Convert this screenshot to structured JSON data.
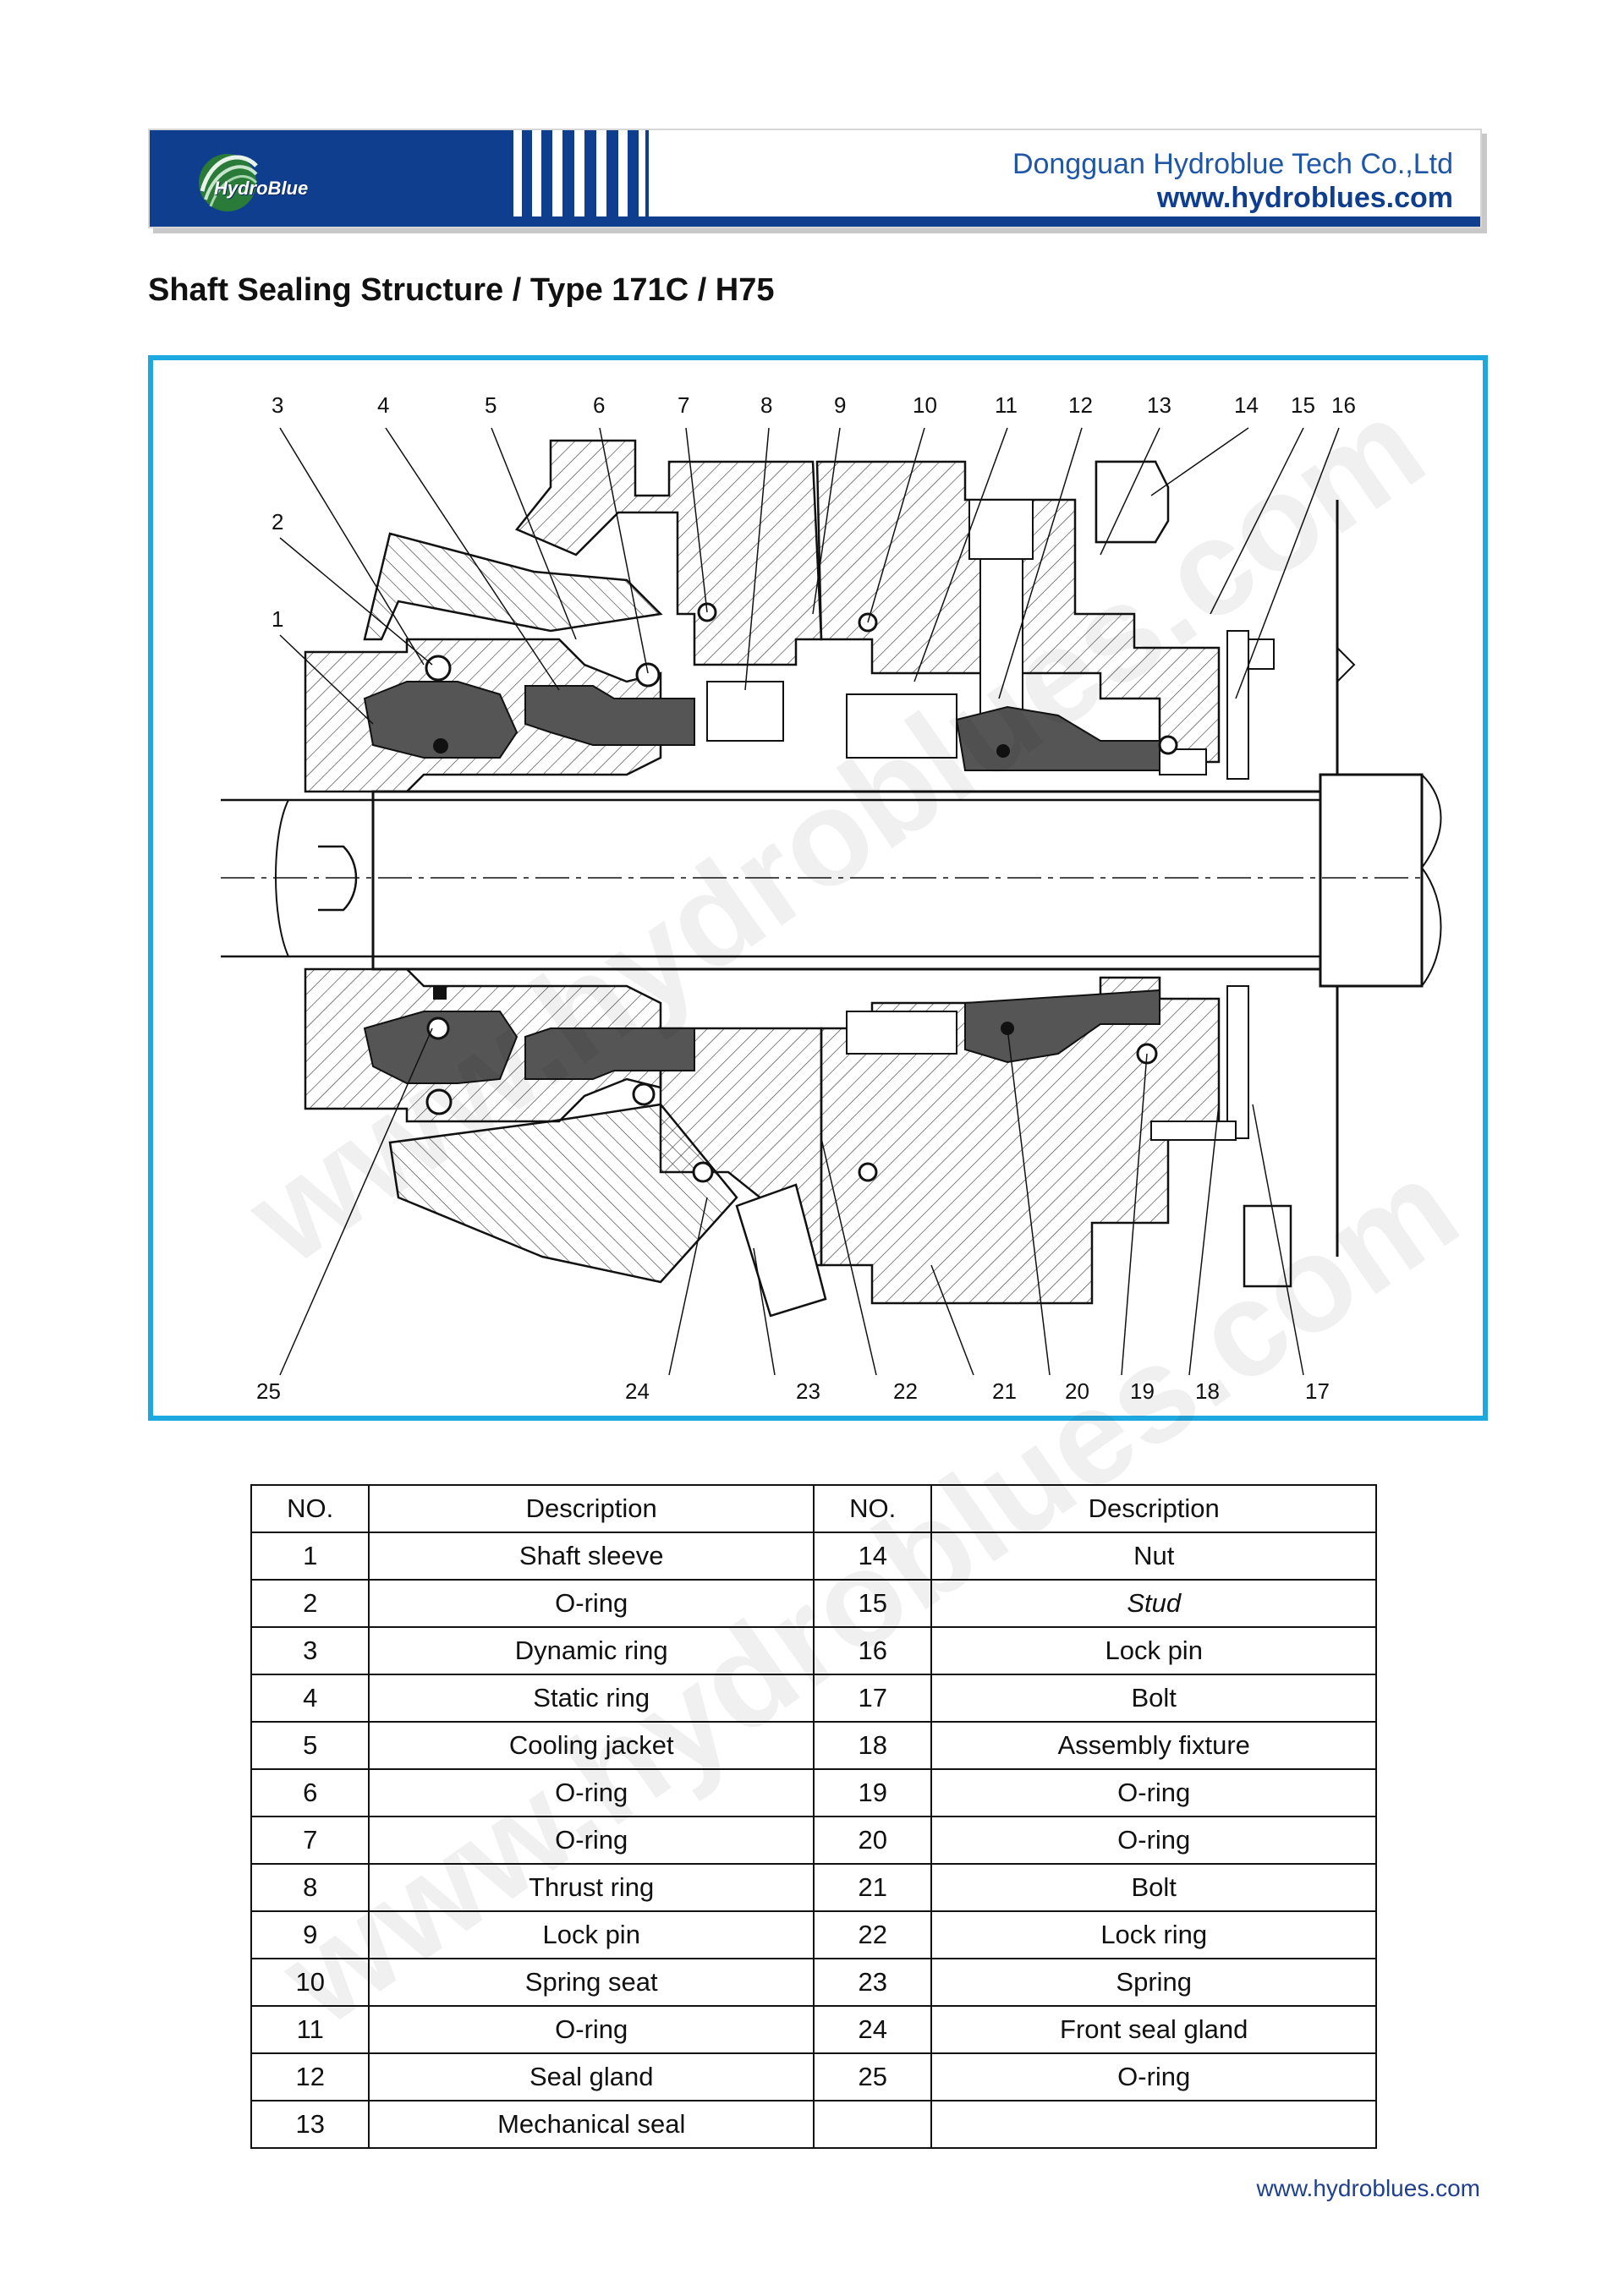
{
  "header": {
    "logo_text": "HydroBlue",
    "company_name": "Dongguan Hydroblue Tech Co.,Ltd",
    "company_url": "www.hydroblues.com"
  },
  "title": "Shaft Sealing Structure / Type 171C / H75",
  "drawing": {
    "callouts_top": [
      "3",
      "4",
      "5",
      "6",
      "7",
      "8",
      "9",
      "10",
      "11",
      "12",
      "13",
      "14",
      "15",
      "16"
    ],
    "callouts_left": [
      "2",
      "1"
    ],
    "callouts_bottom": [
      "25",
      "24",
      "23",
      "22",
      "21",
      "20",
      "19",
      "18",
      "17"
    ]
  },
  "table": {
    "headers": [
      "NO.",
      "Description",
      "NO.",
      "Description"
    ],
    "rows": [
      {
        "no1": "1",
        "d1": "Shaft sleeve",
        "no2": "14",
        "d2": "Nut"
      },
      {
        "no1": "2",
        "d1": "O-ring",
        "no2": "15",
        "d2": "Stud"
      },
      {
        "no1": "3",
        "d1": "Dynamic ring",
        "no2": "16",
        "d2": "Lock pin"
      },
      {
        "no1": "4",
        "d1": "Static ring",
        "no2": "17",
        "d2": "Bolt"
      },
      {
        "no1": "5",
        "d1": "Cooling jacket",
        "no2": "18",
        "d2": "Assembly fixture"
      },
      {
        "no1": "6",
        "d1": "O-ring",
        "no2": "19",
        "d2": "O-ring"
      },
      {
        "no1": "7",
        "d1": "O-ring",
        "no2": "20",
        "d2": "O-ring"
      },
      {
        "no1": "8",
        "d1": "Thrust ring",
        "no2": "21",
        "d2": "Bolt"
      },
      {
        "no1": "9",
        "d1": "Lock pin",
        "no2": "22",
        "d2": "Lock ring"
      },
      {
        "no1": "10",
        "d1": "Spring seat",
        "no2": "23",
        "d2": "Spring"
      },
      {
        "no1": "11",
        "d1": "O-ring",
        "no2": "24",
        "d2": "Front seal gland"
      },
      {
        "no1": "12",
        "d1": "Seal gland",
        "no2": "25",
        "d2": "O-ring"
      },
      {
        "no1": "13",
        "d1": "Mechanical seal",
        "no2": "",
        "d2": ""
      }
    ]
  },
  "footer": {
    "url": "www.hydroblues.com"
  },
  "watermark": "www.hydroblues.com",
  "colors": {
    "brand_blue": "#103e8e",
    "frame_blue": "#1ea8e0",
    "link_blue": "#1f3f8f"
  }
}
